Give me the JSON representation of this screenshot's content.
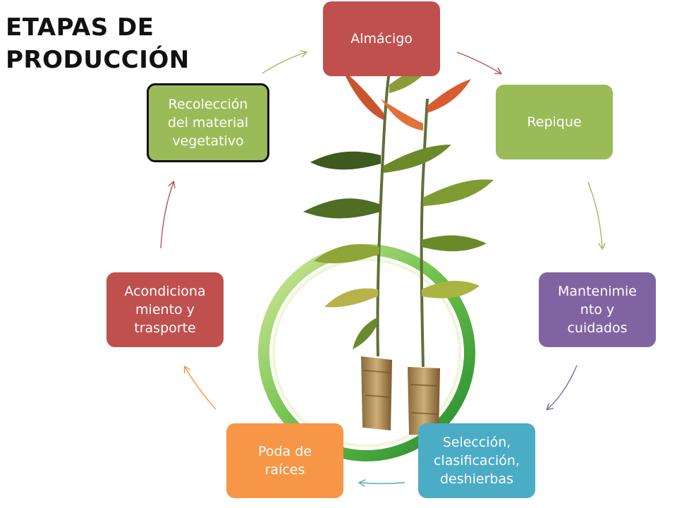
{
  "title": {
    "line1": "ETAPAS DE",
    "line2": "PRODUCCIÓN"
  },
  "stages": [
    {
      "label": "Almácigo",
      "color": "#C0504D"
    },
    {
      "label": "Repique",
      "color": "#9BBB59"
    },
    {
      "label": "Mantenimie\nnto y\ncuidados",
      "color": "#8064A2"
    },
    {
      "label": "Selección,\nclasificación,\ndeshierbas",
      "color": "#4BACC6"
    },
    {
      "label": "Poda de\nraíces",
      "color": "#F79646"
    },
    {
      "label": "Acondiciona\nmiento y\ntrasporte",
      "color": "#C0504D"
    },
    {
      "label": "Recolección\ndel material\nvegetativo",
      "color": "#9BBB59"
    }
  ],
  "arrow_colors": [
    "#C0504D",
    "#9BBB59",
    "#8064A2",
    "#4BACC6",
    "#F79646",
    "#C0504D",
    "#9BBB59"
  ],
  "illustration": "seedlings-in-green-circle"
}
